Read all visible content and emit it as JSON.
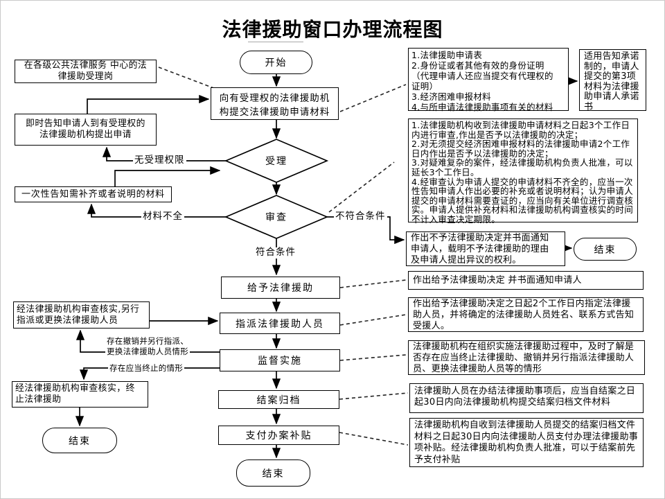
{
  "title": "法律援助窗口办理流程图",
  "nodes": {
    "start": "开始",
    "submit": "向有受理权的法律援助机\n构提交法律援助申请材料",
    "accept": "受理",
    "review": "审查",
    "grant": "给予法律援助",
    "assign": "指派法律援助人员",
    "supervise": "监督实施",
    "archive": "结案归档",
    "pay": "支付办案补贴",
    "end_center": "结束",
    "reception_post": "在各级公共法律服务 中心的法\n律援助受理岗",
    "inform_apply": "即时告知申请人到有受理权的\n法律援助机构提出申请",
    "onetime_inform": "一次性告知需补齐或者说明的材料",
    "reassign": "经法律援助机构审查核实,另行\n指派或更换法律援助人员",
    "terminate": "经法律援助机构审查核实，终\n止法律援助",
    "end_left": "结束",
    "materials": [
      "1.法律援助申请表",
      "2.身份证或者其他有效的身份证明",
      "（代理申请人还应当提交有代理权的",
      "证明）",
      "3.经济困难申报材料",
      "4.与所申请法律援助事项有关的材料"
    ],
    "commitment": "适用告知承诺制的，申请人提交的第3项材料为法律援助申请人承诺书",
    "review_rules": [
      "1.法律援助机构收到法律援助申请材料之日起3个工作日内进行审查,作出是否予以法律援助的决定；",
      "2.对无须提交经济困难申报材料的法律援助申请2个工作日内作出是否予以法律援助的决定；",
      "3.对疑难复杂的案件，经法律援助机构负责人批准，可以延长3个工作日。",
      "4.经审查认为申请人提交的申请材料不齐全的，应当一次性告知申请人作出必要的补充或者说明材料；认为申请人提交的申请材料需要查证的，应当向有关单位进行调查核实。申请人提供补充材料和法律援助机构调查核实的时间不计入审查决定期限。"
    ],
    "deny": "作出不予法律援助决定并书面通知\n申请人，载明不予法律援助的理由\n及申请人提出异议的权利。",
    "end_right": "结束",
    "grant_notice": "作出给予法律援助决定 并书面通知申请人",
    "assign_notice": "作出给予法律援助决定之日起2个工作日内指定法律援助人员，并将确定的法律援助人员姓名、联系方式告知受援人。",
    "supervise_note": "法律援助机构在组织实施法律援助过程中，及时了解是否存在应当终止法律援助、撤销并另行指派法律援助人员、更换法律援助人员等的情形",
    "archive_note": "法律援助人员在办结法律援助事项后，应当自结案之日起30日内向法律援助机构提交结案归档文件材料",
    "pay_note": "法律援助机构自收到法律援助人员提交的结案归档文件材料之日起30日内向法律援助人员支付办理法律援助事项补贴。经法律援助机构负责人批准，可以于结案前先予支付补贴"
  },
  "labels": {
    "no_authority": "无受理权限",
    "incomplete": "材料不全",
    "not_qualified": "不符合条件",
    "qualified": "符合条件",
    "revoke": "存在撤销并另行指派、\n更换法律援助人员情形",
    "should_terminate": "存在应当终止的情形"
  },
  "colors": {
    "line": "#000000",
    "background": "#ffffff"
  }
}
